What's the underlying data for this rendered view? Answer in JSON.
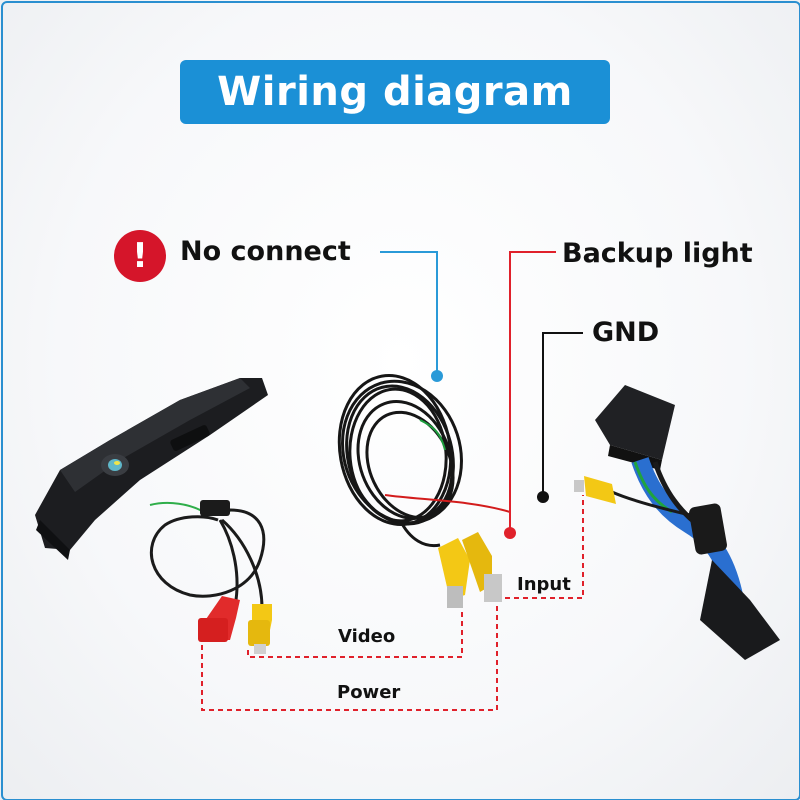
{
  "title": "Wiring diagram",
  "labels": {
    "no_connect": "No connect",
    "backup_light": "Backup light",
    "gnd": "GND",
    "input": "Input",
    "video": "Video",
    "power": "Power"
  },
  "warning_symbol": "!",
  "colors": {
    "title_bg": "#1b90d6",
    "no_connect_line": "#2a9ad8",
    "backup_light_line": "#e0212b",
    "gnd_line": "#111111",
    "dashed_line": "#e0212b",
    "warning_badge": "#d5152a"
  },
  "icons": [
    "warning-icon",
    "camera-handle",
    "cable-coil",
    "rca-plug-yellow",
    "rca-plug-red",
    "harness-connector"
  ]
}
